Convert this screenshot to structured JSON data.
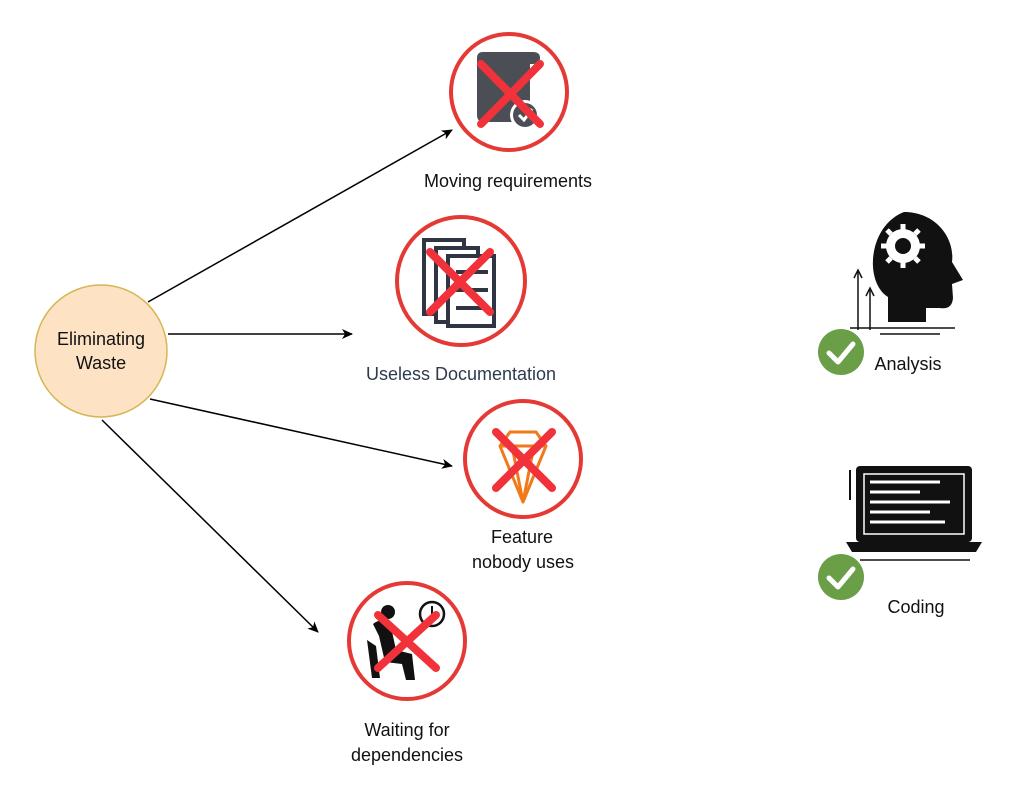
{
  "center": {
    "line1": "Eliminating",
    "line2": "Waste"
  },
  "waste_items": [
    {
      "id": "moving-requirements",
      "icon": "scroll-check-icon",
      "lines": [
        "Moving requirements"
      ]
    },
    {
      "id": "useless-documentation",
      "icon": "documents-icon",
      "lines": [
        "Useless Documentation"
      ]
    },
    {
      "id": "feature-nobody-uses",
      "icon": "diamond-feature-icon",
      "lines": [
        "Feature",
        "nobody uses"
      ]
    },
    {
      "id": "waiting-for-dependencies",
      "icon": "waiting-person-clock-icon",
      "lines": [
        "Waiting for",
        "dependencies"
      ]
    }
  ],
  "approved_items": [
    {
      "id": "analysis",
      "icon": "head-gear-icon",
      "label": "Analysis"
    },
    {
      "id": "coding",
      "icon": "laptop-code-icon",
      "label": "Coding"
    }
  ],
  "colors": {
    "center_fill": "#fde3c4",
    "center_stroke": "#d6b656",
    "forbidden_ring": "#e53935",
    "cross": "#f1323b",
    "check": "#6a9f48",
    "icon_dark": "#2f3542",
    "feature_orange": "#f07a1a"
  }
}
